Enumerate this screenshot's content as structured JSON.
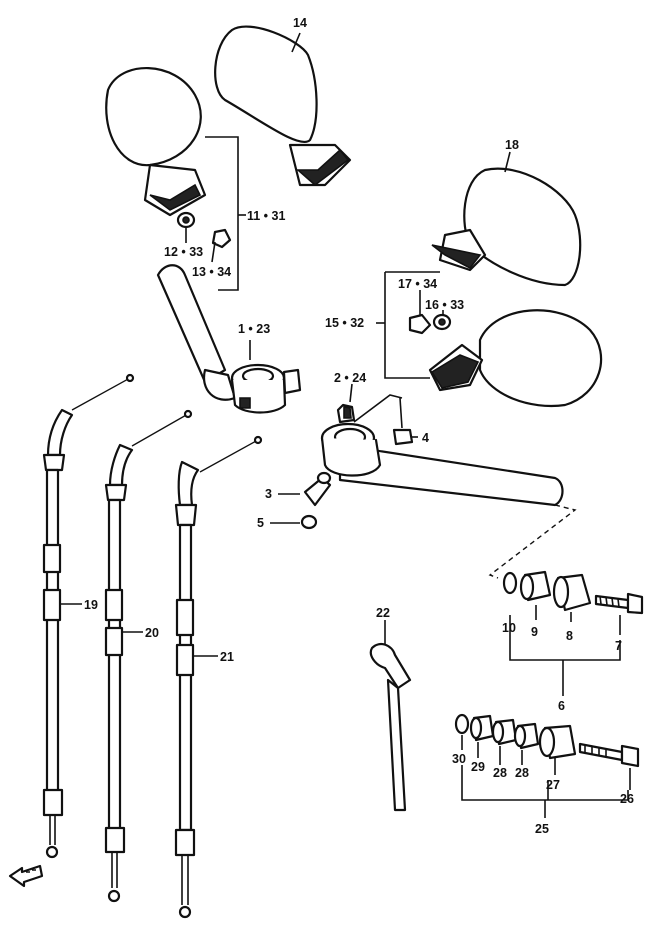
{
  "labels": {
    "p14": "14",
    "p18": "18",
    "p11_31": "11 • 31",
    "p12_33": "12 • 33",
    "p13_34": "13 • 34",
    "p1_23": "1 • 23",
    "p17_34": "17 • 34",
    "p16_33": "16 • 33",
    "p15_32": "15 • 32",
    "p2_24": "2 • 24",
    "p4": "4",
    "p3": "3",
    "p5": "5",
    "p19": "19",
    "p20": "20",
    "p21": "21",
    "p22": "22",
    "p10": "10",
    "p9": "9",
    "p8": "8",
    "p7": "7",
    "p6": "6",
    "p30": "30",
    "p29": "29",
    "p28a": "28",
    "p28b": "28",
    "p27": "27",
    "p26": "26",
    "p25": "25"
  },
  "icons": {
    "front_arrow": "front-arrow-icon"
  }
}
